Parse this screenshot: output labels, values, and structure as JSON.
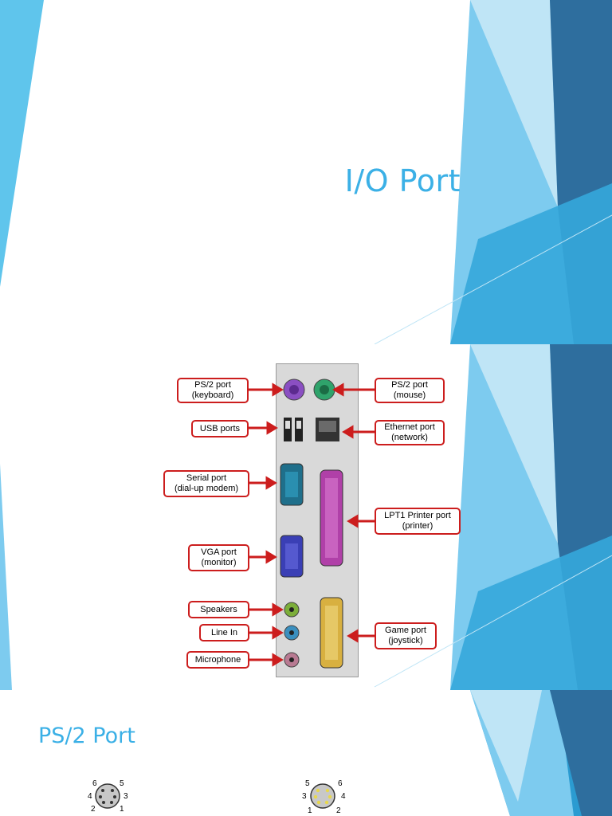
{
  "slide1": {
    "title": "I/O Port"
  },
  "slide2": {
    "labels": [
      {
        "line1": "PS/2 port",
        "line2": "(keyboard)"
      },
      {
        "line1": "USB ports",
        "line2": ""
      },
      {
        "line1": "Serial port",
        "line2": "(dial-up modem)"
      },
      {
        "line1": "VGA port",
        "line2": "(monitor)"
      },
      {
        "line1": "Speakers",
        "line2": ""
      },
      {
        "line1": "Line In",
        "line2": ""
      },
      {
        "line1": "Microphone",
        "line2": ""
      },
      {
        "line1": "PS/2 port",
        "line2": "(mouse)"
      },
      {
        "line1": "Ethernet port",
        "line2": "(network)"
      },
      {
        "line1": "LPT1 Printer port",
        "line2": "(printer)"
      },
      {
        "line1": "Game port",
        "line2": "(joystick)"
      }
    ]
  },
  "slide3": {
    "title": "PS/2 Port",
    "pins_left": [
      "6",
      "5",
      "4",
      "3",
      "2",
      "1"
    ],
    "pins_right": [
      "5",
      "6",
      "3",
      "4",
      "1",
      "2"
    ]
  },
  "colors": {
    "accent": "#3bb0e6",
    "label_border": "#cc1d1d",
    "keyboard_port": "#8a4fc2",
    "mouse_port": "#2fa36b",
    "serial_port": "#1f6f8b",
    "vga_port": "#3a3fb5",
    "printer_port": "#b040a8",
    "game_port": "#d8b040"
  }
}
